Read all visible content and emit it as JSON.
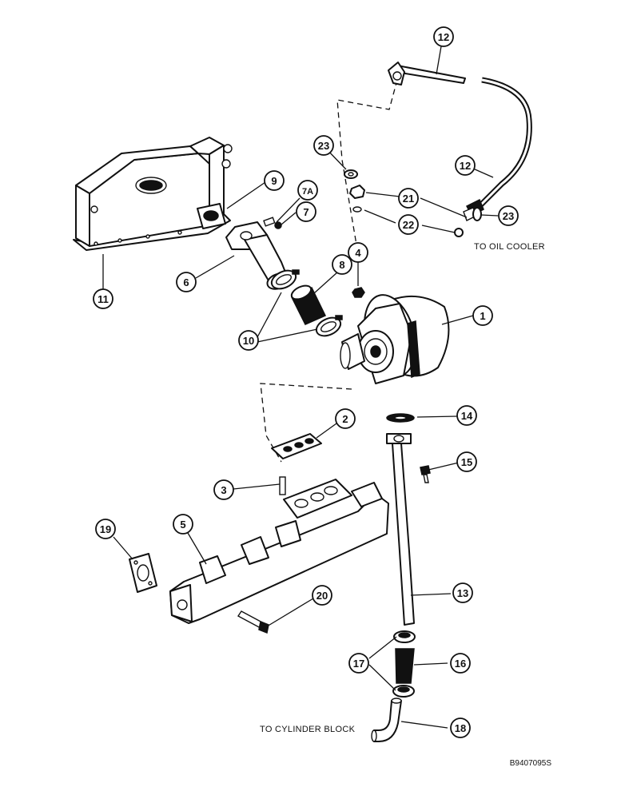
{
  "callouts": {
    "c1": "1",
    "c2": "2",
    "c3": "3",
    "c4": "4",
    "c5": "5",
    "c6": "6",
    "c7": "7",
    "c7a": "7A",
    "c8": "8",
    "c9": "9",
    "c10": "10",
    "c11": "11",
    "c12a": "12",
    "c12b": "12",
    "c13": "13",
    "c14": "14",
    "c15": "15",
    "c16": "16",
    "c17": "17",
    "c18": "18",
    "c19": "19",
    "c20": "20",
    "c21": "21",
    "c22": "22",
    "c23a": "23",
    "c23b": "23"
  },
  "notes": {
    "to_oil_cooler": "TO OIL COOLER",
    "to_cylinder_block": "TO CYLINDER BLOCK"
  },
  "reference_number": "B9407095S"
}
